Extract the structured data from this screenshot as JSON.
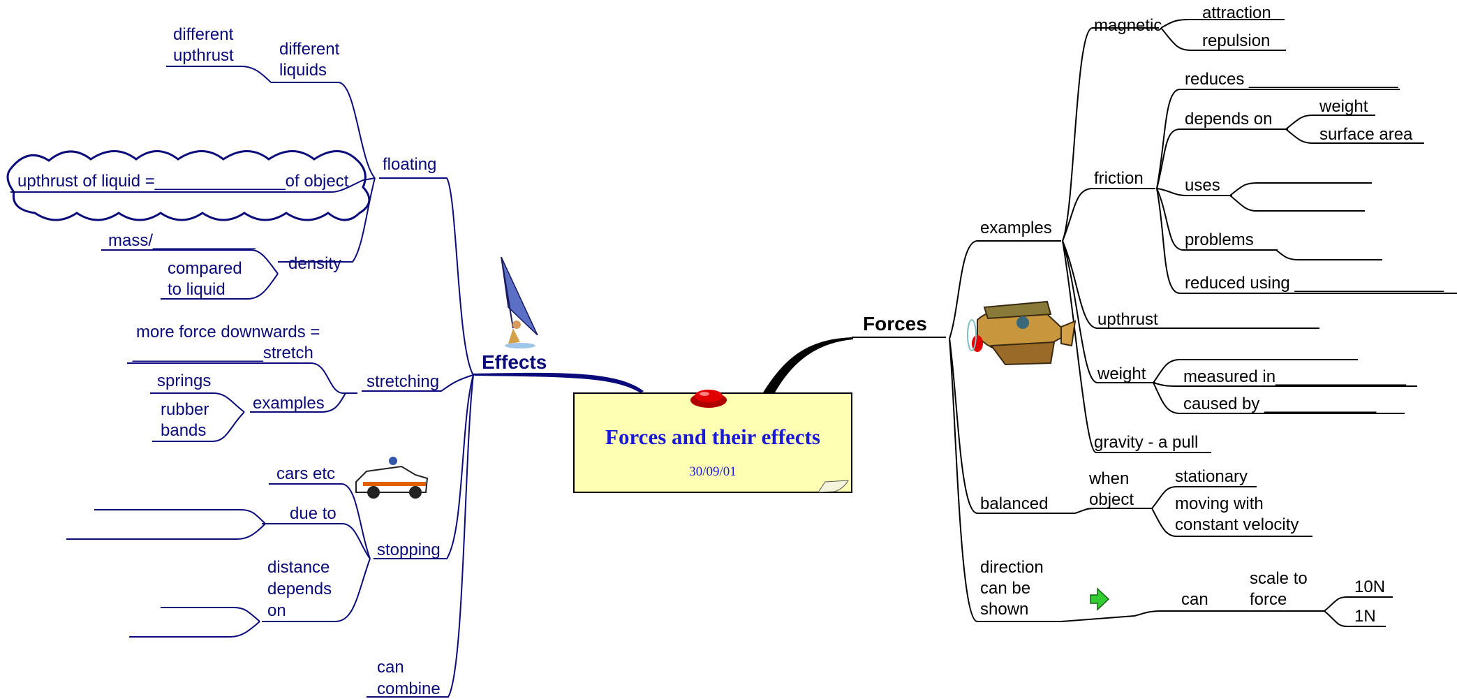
{
  "central": {
    "title": "Forces and their effects",
    "date": "30/09/01"
  },
  "branches": {
    "effects": "Effects",
    "forces": "Forces"
  },
  "effects": {
    "floating": "floating",
    "different_liquids": [
      "different",
      "liquids"
    ],
    "different_upthrust": [
      "different",
      "upthrust"
    ],
    "upthrust_liquid_prefix": "upthrust of liquid =",
    "upthrust_liquid_blank": "______________",
    "upthrust_liquid_suffix": "of object",
    "density": "density",
    "mass_over": "mass/___________",
    "compared_to_liquid": [
      "compared",
      "to liquid"
    ],
    "stretching": "stretching",
    "more_force": [
      "more force downwards =",
      "______________stretch"
    ],
    "examples": "examples",
    "springs": "springs",
    "rubber_bands": [
      "rubber",
      "bands"
    ],
    "stopping": "stopping",
    "cars_etc": "cars etc",
    "due_to": "due to",
    "distance_depends_on": [
      "distance",
      "depends",
      "on"
    ],
    "can_combine": [
      "can",
      "combine"
    ]
  },
  "forces": {
    "examples": "examples",
    "magnetic": "magnetic",
    "attraction": "attraction",
    "repulsion": "repulsion",
    "friction": "friction",
    "reduces": "reduces ________________",
    "depends_on": "depends on",
    "weight_leaf": "weight",
    "surface_area": "surface area",
    "uses": "uses",
    "problems": "problems",
    "reduced_using": "reduced using ________________",
    "upthrust": "upthrust",
    "weight": "weight",
    "measured_in": "measured in______________",
    "caused_by": "caused by  ____________",
    "gravity": "gravity - a pull",
    "balanced": "balanced",
    "when_object": [
      "when",
      "object"
    ],
    "stationary": "stationary",
    "moving_constant": [
      "moving with",
      "constant velocity"
    ],
    "direction": [
      "direction",
      "can be",
      "shown"
    ],
    "can": "can",
    "scale_to_force": [
      "scale to",
      "force"
    ],
    "ten_n": "10N",
    "one_n": "1N"
  },
  "colors": {
    "effects_branch": "#0a0a7a",
    "forces_branch": "#000000",
    "central_title": "#1a1ad6",
    "central_fill": "#ffffb3",
    "pin": "#e00000",
    "arrow": "#33cc33"
  },
  "icons": [
    "windsurfer-icon",
    "police-car-icon",
    "biplane-icon",
    "green-arrow-icon",
    "red-pin-icon"
  ]
}
